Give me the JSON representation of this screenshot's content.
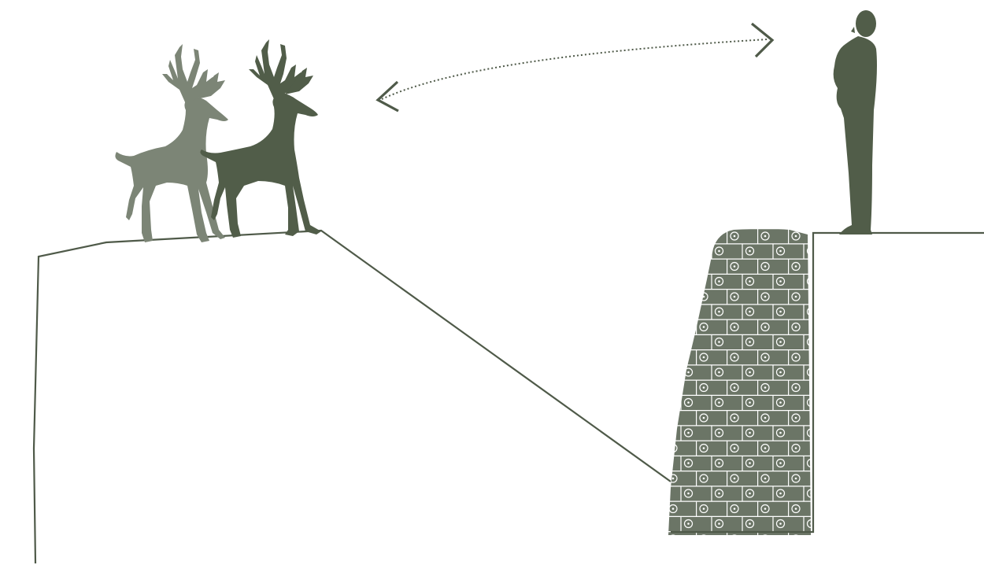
{
  "colors": {
    "background": "#ffffff",
    "line": "#4f5a49",
    "deer_light": "#7c8576",
    "deer_dark": "#515d49",
    "person": "#515d49",
    "wall_fill": "#6b7566",
    "wall_pattern": "#ffffff"
  },
  "elements": {
    "left_terrain": "terrain-outline",
    "deer_back": "deer-silhouette",
    "deer_front": "deer-silhouette",
    "person": "person-silhouette",
    "sightline": "dotted-double-arrow",
    "retaining_wall": "gabion-wall"
  }
}
